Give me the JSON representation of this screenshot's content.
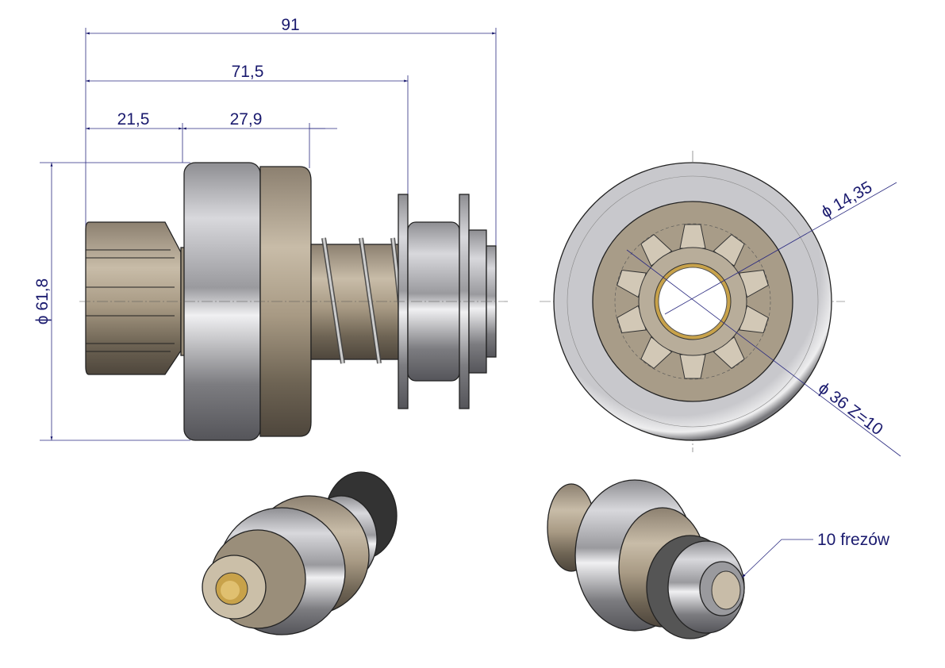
{
  "drawing": {
    "dimensions": {
      "overall_length": "91",
      "collar_length": "71,5",
      "pinion_length": "21,5",
      "housing_length": "27,9",
      "outer_diameter": "ϕ 61,8",
      "bore_diameter": "ϕ 14,35",
      "gear_spec": "ϕ 36  Z=10"
    },
    "callout": "10 frezów",
    "colors": {
      "dimension": "#1a1a6e",
      "steel": "#b8b8bc",
      "bronze": "#a89a84",
      "brass": "#c8a24a"
    }
  }
}
